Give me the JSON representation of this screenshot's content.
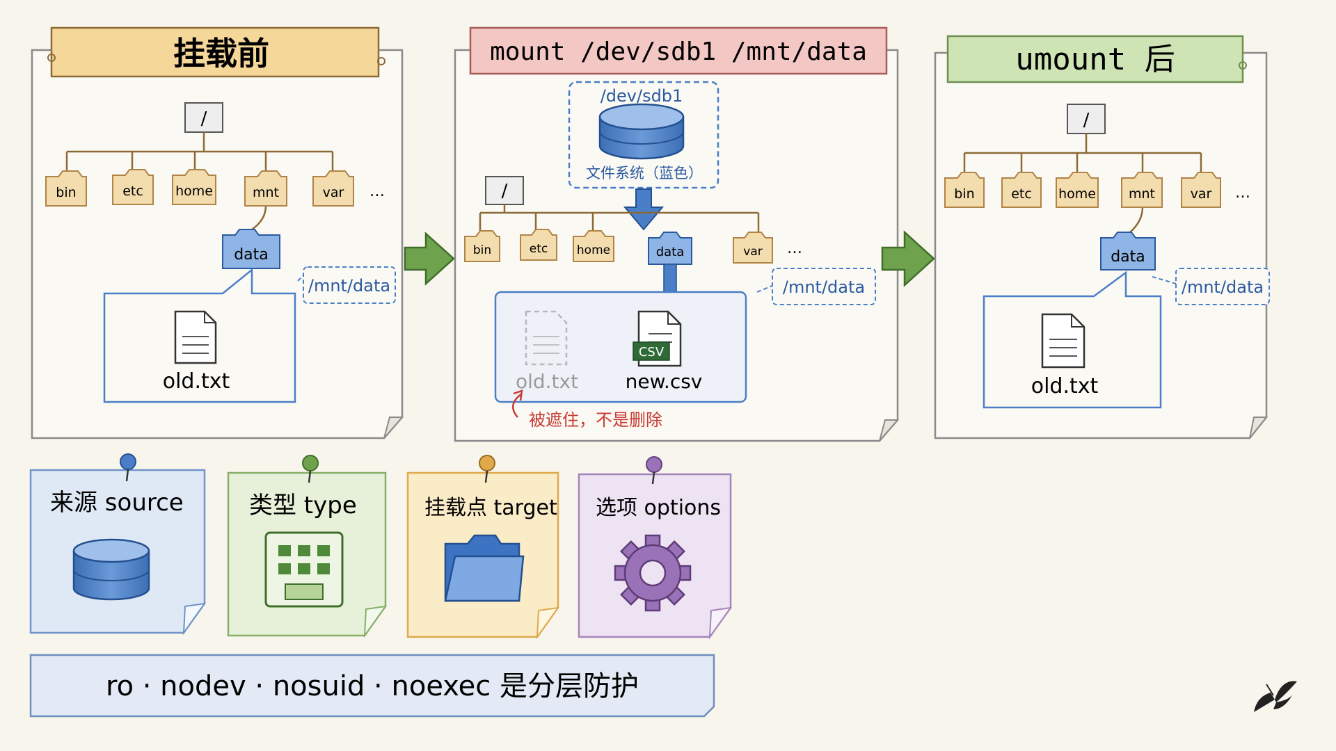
{
  "panels": {
    "before": {
      "title": "挂载前",
      "root": "/",
      "dirs": [
        "bin",
        "etc",
        "home",
        "mnt",
        "var"
      ],
      "ellipsis": "…",
      "mount_dir": "data",
      "path_label": "/mnt/data",
      "file": "old.txt"
    },
    "mount": {
      "title": "mount /dev/sdb1  /mnt/data",
      "device": "/dev/sdb1",
      "device_caption": "文件系统（蓝色）",
      "root": "/",
      "dirs": [
        "bin",
        "etc",
        "home",
        "data",
        "var"
      ],
      "ellipsis": "…",
      "path_label": "/mnt/data",
      "hidden_file": "old.txt",
      "new_file": "new.csv",
      "csv_badge": "CSV",
      "note": "被遮住，不是删除"
    },
    "after": {
      "title": "umount 后",
      "root": "/",
      "dirs": [
        "bin",
        "etc",
        "home",
        "mnt",
        "var"
      ],
      "ellipsis": "…",
      "mount_dir": "data",
      "path_label": "/mnt/data",
      "file": "old.txt"
    }
  },
  "cards": [
    {
      "title": "来源 source",
      "icon": "database-icon",
      "color": "#dfe9f5",
      "border": "#6f93c8"
    },
    {
      "title": "类型 type",
      "icon": "grid-icon",
      "color": "#e7f0d9",
      "border": "#86b068"
    },
    {
      "title": "挂载点 target",
      "icon": "folder-icon",
      "color": "#fbecc8",
      "border": "#e0a94a"
    },
    {
      "title": "选项 options",
      "icon": "gear-icon",
      "color": "#ede3f2",
      "border": "#a584bd"
    }
  ],
  "options_banner": "ro · nodev · nosuid · noexec 是分层防护",
  "colors": {
    "blue": "#4a7fc7",
    "blue_dark": "#2a5aa0",
    "green": "#6ea24c",
    "red": "#c63a32",
    "folder": "#f3dcae",
    "folder_border": "#b08346"
  }
}
